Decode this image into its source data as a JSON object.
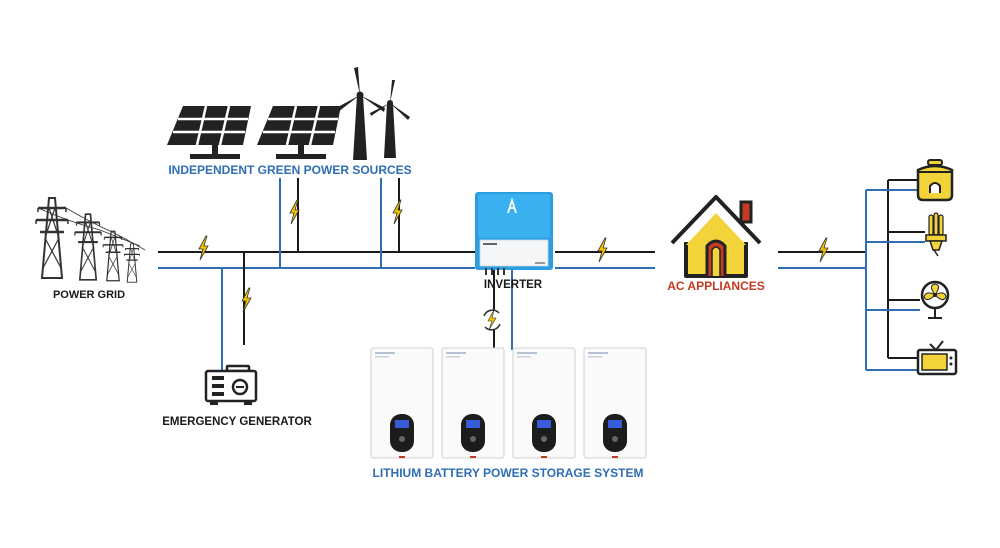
{
  "labels": {
    "green_sources": "INDEPENDENT GREEN POWER SOURCES",
    "power_grid": "POWER GRID",
    "inverter": "INVERTER",
    "ac_appliances": "AC APPLIANCES",
    "emergency_generator": "EMERGENCY GENERATOR",
    "battery_system": "LITHIUM BATTERY POWER STORAGE SYSTEM"
  },
  "colors": {
    "accent_blue": "#2f6db5",
    "line_black": "#1a1a1a",
    "bolt_yellow": "#f5c400",
    "house_yellow": "#f2d43a",
    "house_red": "#c23b22",
    "inverter_blue": "#2a9ee0",
    "battery_screen": "#3a5bd8"
  },
  "icons": [
    "solar-panel-icon",
    "wind-turbine-icon",
    "power-tower-icon",
    "inverter-icon",
    "house-icon",
    "generator-icon",
    "battery-unit-icon",
    "rice-cooker-icon",
    "light-bulb-icon",
    "fan-icon",
    "tv-icon",
    "lightning-bolt-icon",
    "cycle-bolt-icon"
  ]
}
